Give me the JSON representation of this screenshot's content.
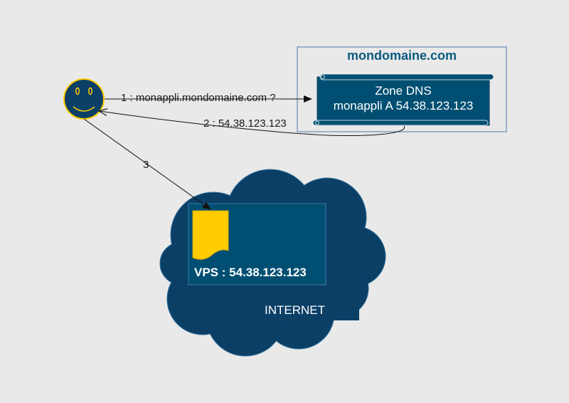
{
  "colors": {
    "background": "#e9e9e9",
    "dark_blue": "#0b3f66",
    "box_blue": "#004f72",
    "accent_yellow": "#ffcc00",
    "title_blue": "#0b5a7f"
  },
  "icons": {
    "user": "smiley-face-icon",
    "document": "document-icon",
    "cloud": "cloud-shape"
  },
  "domain": {
    "title": "mondomaine.com",
    "zone_title": "Zone DNS",
    "zone_record": "monappli A 54.38.123.123"
  },
  "arrows": {
    "step1": "1 : monappli.mondomaine.com ?",
    "step2": "2 : 54.38.123.123",
    "step3": "3"
  },
  "server": {
    "label": "VPS : 54.38.123.123"
  },
  "cloud": {
    "label": "INTERNET"
  }
}
